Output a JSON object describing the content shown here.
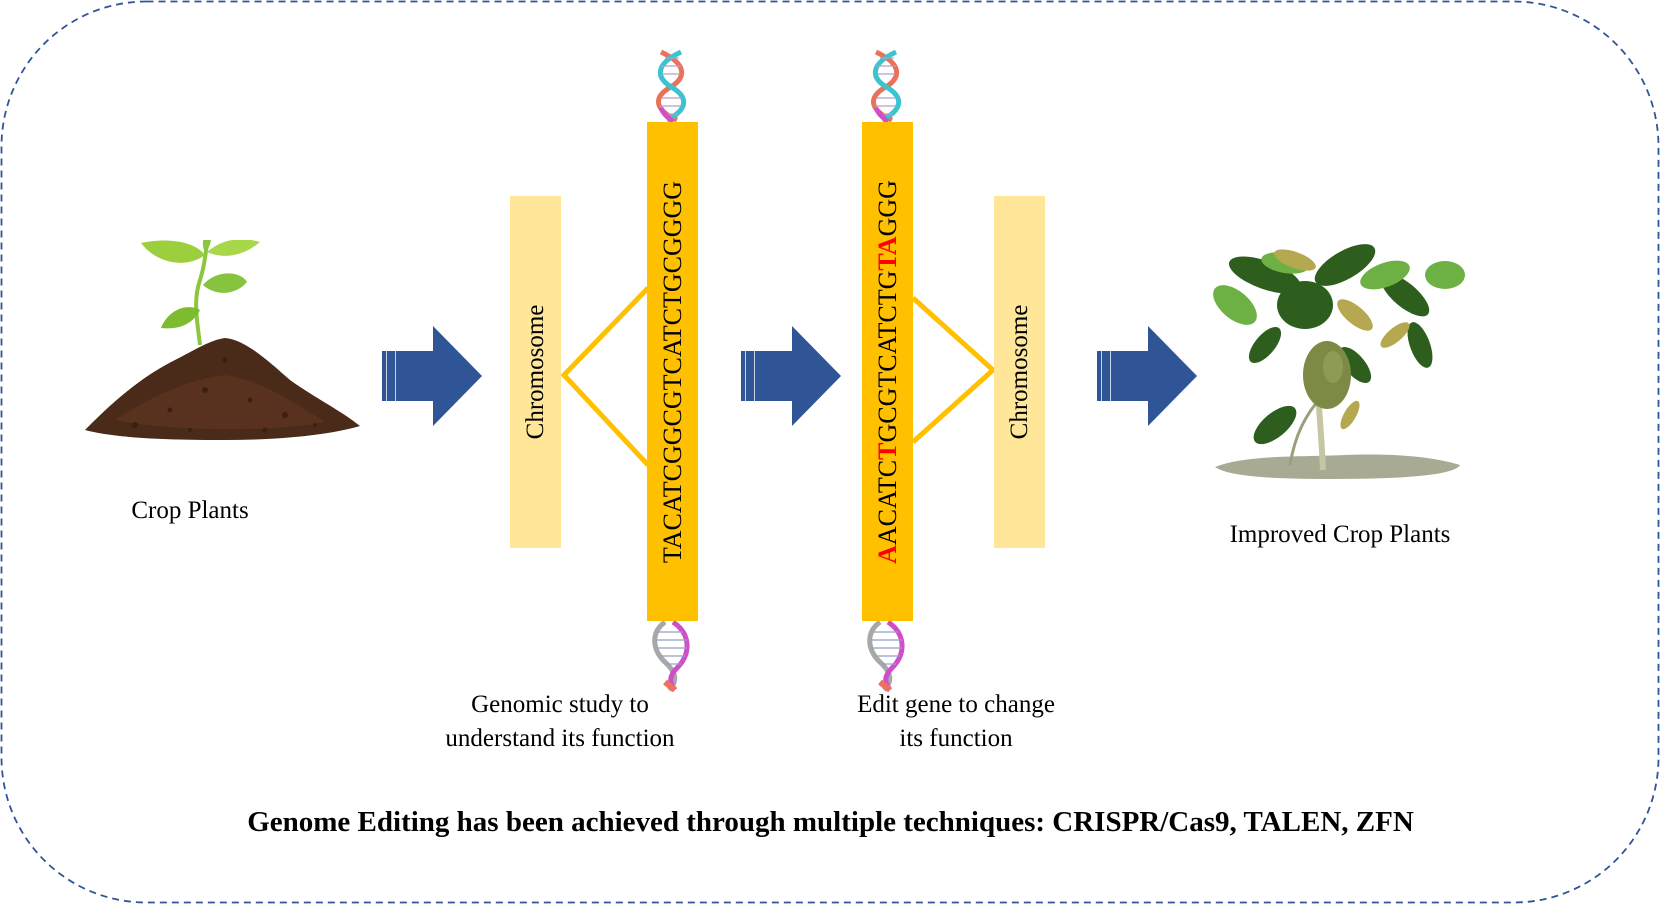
{
  "colors": {
    "border": "#2f5597",
    "arrow": "#2f5597",
    "chromosome_fill": "#ffe699",
    "dna_strip_fill": "#ffc000",
    "connector_line": "#ffc000",
    "edited_base": "#ff0000"
  },
  "left_plant": {
    "icon": "seedling-in-soil-icon",
    "label": "Crop Plants"
  },
  "right_plant": {
    "icon": "improved-plant-icon",
    "label": "Improved Crop Plants"
  },
  "arrows": [
    {
      "icon": "right-arrow-icon"
    },
    {
      "icon": "right-arrow-icon"
    },
    {
      "icon": "right-arrow-icon"
    }
  ],
  "chromosome_left": {
    "label": "Chromosome"
  },
  "chromosome_right": {
    "label": "Chromosome"
  },
  "strip_original": {
    "sequence": "TACATCGGCGTCATCTGCGGGG",
    "caption_line1": "Genomic study to",
    "caption_line2": "understand its function"
  },
  "strip_edited": {
    "segments": [
      {
        "text": "A",
        "edited": true
      },
      {
        "text": "ACATC",
        "edited": false
      },
      {
        "text": "T",
        "edited": true
      },
      {
        "text": "GCGTCATCTG",
        "edited": false
      },
      {
        "text": "TA",
        "edited": true
      },
      {
        "text": "GGG",
        "edited": false
      }
    ],
    "caption_line1": "Edit gene to change",
    "caption_line2": "its function"
  },
  "dna_icons": [
    "dna-helix-icon",
    "dna-helix-icon",
    "dna-helix-icon",
    "dna-helix-icon"
  ],
  "footer": {
    "title": "Genome Editing has been achieved through multiple techniques: CRISPR/Cas9, TALEN, ZFN"
  }
}
